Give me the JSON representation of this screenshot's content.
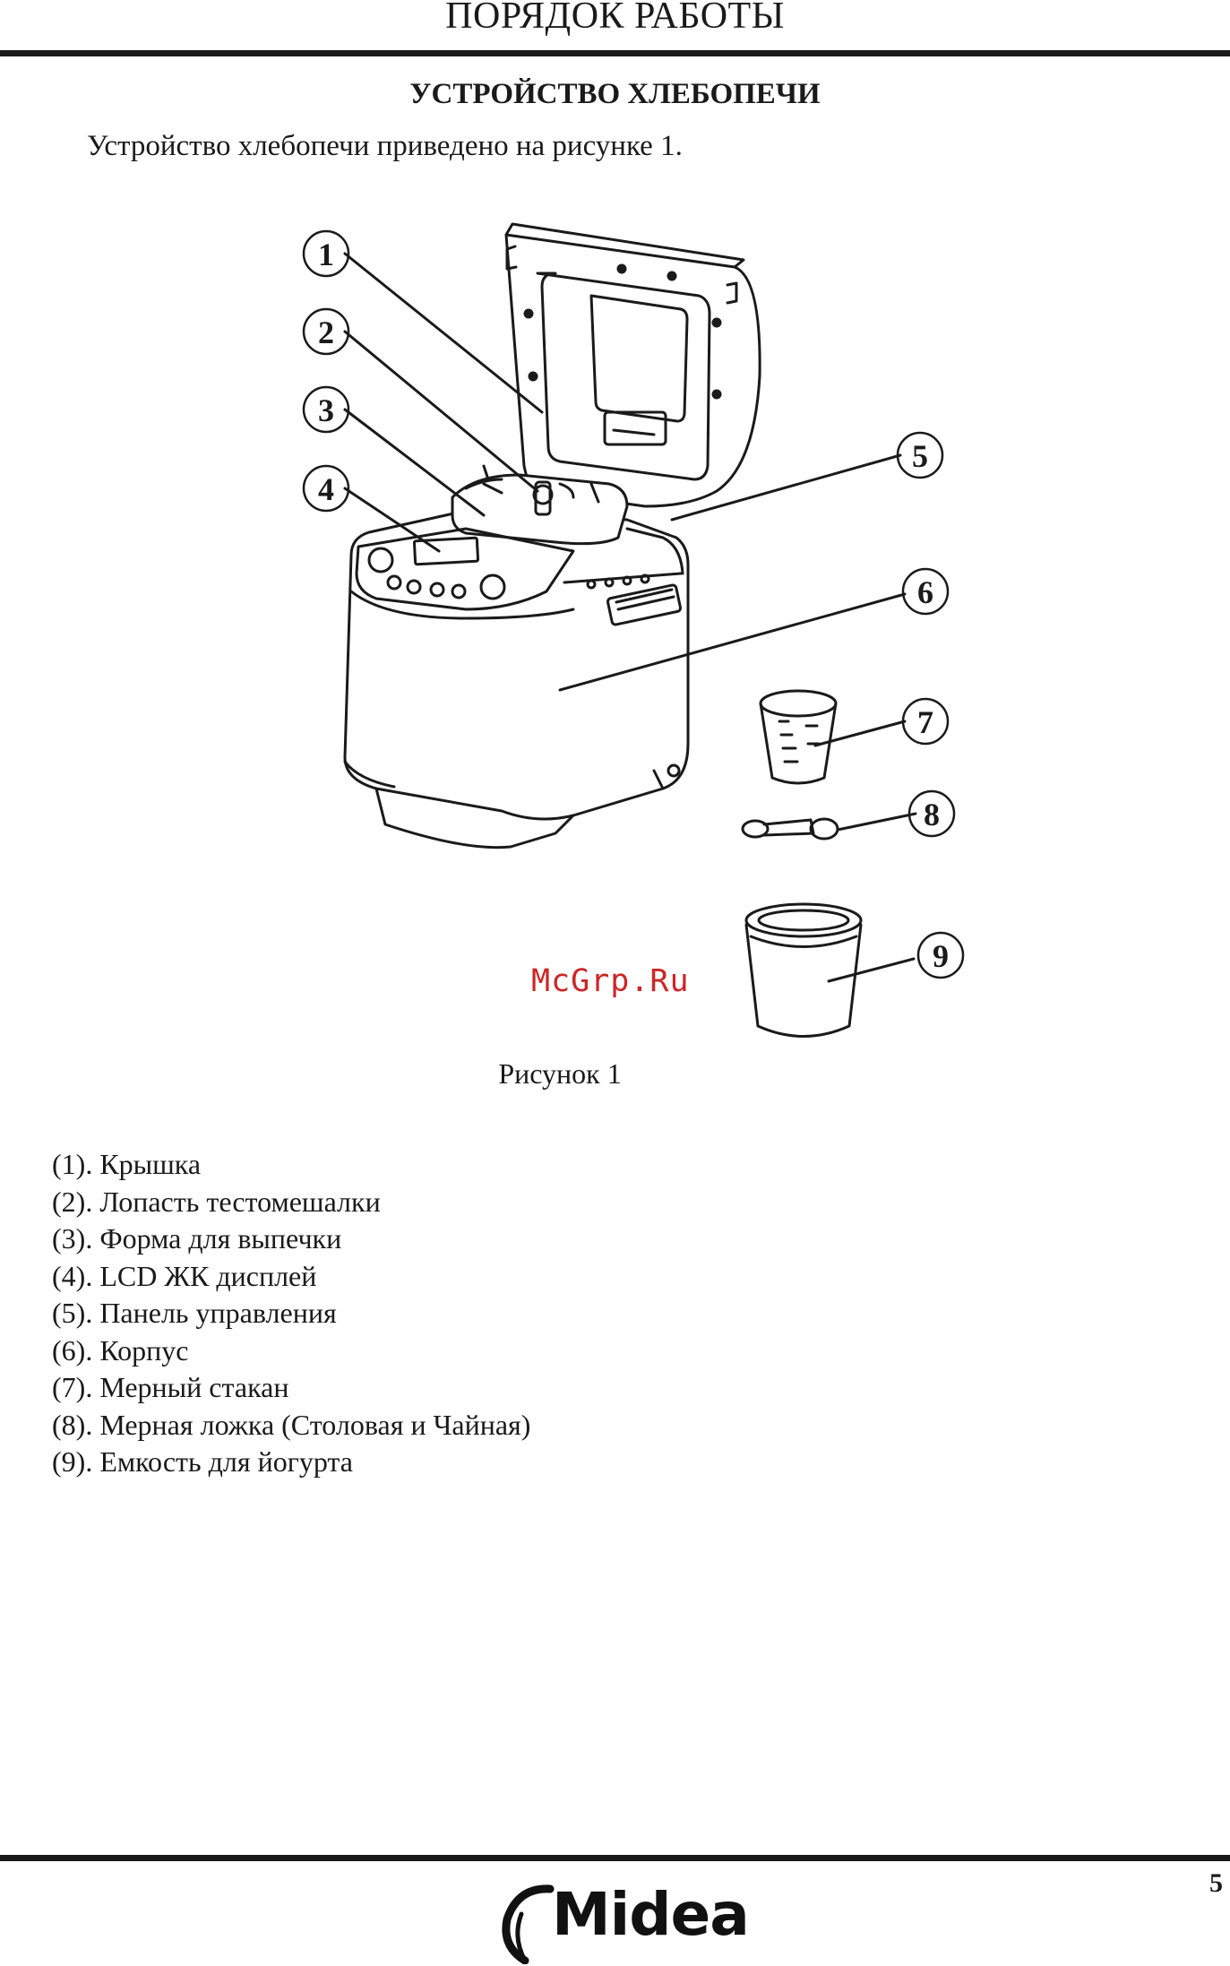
{
  "header": {
    "title": "ПОРЯДОК РАБОТЫ"
  },
  "section": {
    "title": "УСТРОЙСТВО ХЛЕБОПЕЧИ",
    "intro": "Устройство хлебопечи приведено на рисунке 1."
  },
  "figure": {
    "callouts": [
      "1",
      "2",
      "3",
      "4",
      "5",
      "6",
      "7",
      "8",
      "9"
    ],
    "caption": "Рисунок 1",
    "watermark": "McGrp.Ru"
  },
  "parts": [
    "(1). Крышка",
    "(2). Лопасть тестомешалки",
    "(3). Форма для выпечки",
    "(4). LCD ЖК дисплей",
    "(5). Панель управления",
    "(6). Корпус",
    "(7). Мерный стакан",
    "(8). Мерная ложка (Столовая и Чайная)",
    "(9). Емкость для йогурта"
  ],
  "footer": {
    "page_number": "5",
    "brand": "Midea"
  },
  "colors": {
    "watermark": "#cc2626",
    "ink": "#1a1a1a"
  }
}
